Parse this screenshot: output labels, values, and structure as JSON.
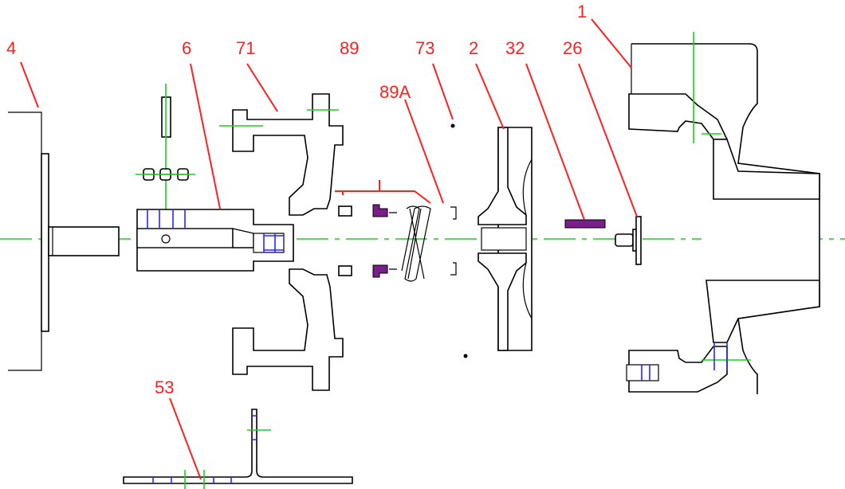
{
  "drawing": {
    "type": "exploded-assembly",
    "colors": {
      "callout": "#ff2020",
      "centerline": "#19d219",
      "hidden_line": "#2626ff",
      "hatch": "#6b2fa0",
      "outline": "#000000"
    },
    "callouts": [
      {
        "id": "c-4",
        "label": "4"
      },
      {
        "id": "c-6",
        "label": "6"
      },
      {
        "id": "c-71",
        "label": "71"
      },
      {
        "id": "c-89",
        "label": "89"
      },
      {
        "id": "c-89a",
        "label": "89A"
      },
      {
        "id": "c-73",
        "label": "73"
      },
      {
        "id": "c-2",
        "label": "2"
      },
      {
        "id": "c-32",
        "label": "32"
      },
      {
        "id": "c-26",
        "label": "26"
      },
      {
        "id": "c-1",
        "label": "1"
      },
      {
        "id": "c-53",
        "label": "53"
      }
    ]
  }
}
